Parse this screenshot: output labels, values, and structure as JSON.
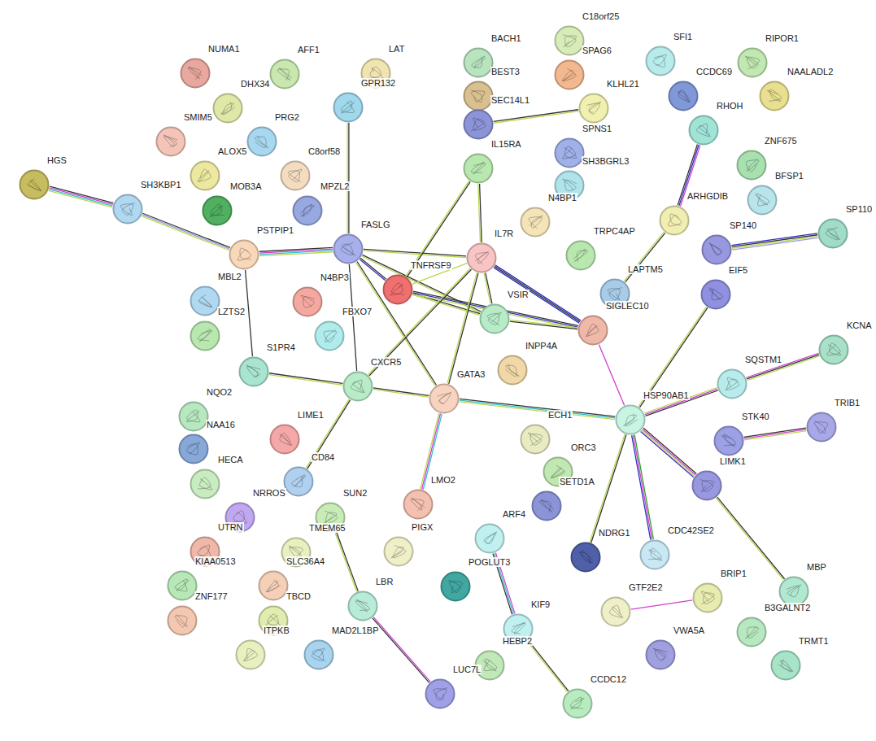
{
  "diagram": {
    "nodes": [
      {
        "text": [
          "NUMA1"
        ]
      },
      {
        "text": [
          "AFF1"
        ]
      },
      {
        "text": [
          "LAT"
        ]
      },
      {
        "text": [
          "C18orf25"
        ]
      },
      {
        "text": [
          "BACH1"
        ]
      },
      {
        "text": [
          "SPAG6"
        ]
      },
      {
        "text": [
          "SFI1"
        ]
      },
      {
        "text": [
          "RIPOR1"
        ]
      },
      {
        "text": [
          "CCDC69"
        ]
      },
      {
        "text": [
          "NAALADL2"
        ]
      },
      {
        "text": [
          "BEST3"
        ]
      },
      {
        "text": [
          "GPR132"
        ]
      },
      {
        "text": [
          "DHX34"
        ]
      },
      {
        "text": [
          "KLHL21"
        ]
      },
      {
        "text": [
          "SEC14L1"
        ]
      },
      {
        "text": [
          "RHOH"
        ]
      },
      {
        "text": [
          "SMIM5"
        ]
      },
      {
        "text": [
          "PRG2"
        ]
      },
      {
        "text": [
          "SPNS1"
        ]
      },
      {
        "text": [
          "ZNF675"
        ]
      },
      {
        "text": [
          "IL15RA"
        ]
      },
      {
        "text": [
          "ALOX5"
        ]
      },
      {
        "text": [
          "C8orf58"
        ]
      },
      {
        "text": [
          "SH3BGRL3"
        ]
      },
      {
        "text": [
          "HGS"
        ]
      },
      {
        "text": [
          "BFSP1"
        ]
      },
      {
        "text": [
          "SH3KBP1"
        ]
      },
      {
        "text": [
          "MOB3A"
        ]
      },
      {
        "text": [
          "MPZL2"
        ]
      },
      {
        "text": [
          "N4BP1"
        ]
      },
      {
        "text": [
          "ARHGDIB"
        ]
      },
      {
        "text": [
          "SP110"
        ]
      },
      {
        "text": [
          "SP140"
        ]
      },
      {
        "text": [
          "FASLG"
        ]
      },
      {
        "text": [
          "PSTPIP1"
        ]
      },
      {
        "text": [
          "IL7R"
        ]
      },
      {
        "text": [
          "TRPC4AP"
        ]
      },
      {
        "text": [
          "TNFRSF9"
        ]
      },
      {
        "text": [
          "LAPTM5"
        ]
      },
      {
        "text": [
          "EIF5"
        ]
      },
      {
        "text": [
          "MBL2"
        ]
      },
      {
        "text": [
          "N4BP3"
        ]
      },
      {
        "text": [
          "VSIR"
        ]
      },
      {
        "text": [
          "SIGLEC10"
        ]
      },
      {
        "text": [
          "LZTS2"
        ]
      },
      {
        "text": [
          "FBXO7"
        ]
      },
      {
        "text": [
          "KCNA"
        ]
      },
      {
        "text": [
          "INPP4A"
        ]
      },
      {
        "text": [
          "S1PR4"
        ]
      },
      {
        "text": [
          "CXCR5"
        ]
      },
      {
        "text": [
          "SQSTM1"
        ]
      },
      {
        "text": [
          "GATA3"
        ]
      },
      {
        "text": [
          "HSP90AB1"
        ]
      },
      {
        "text": [
          "NQO2"
        ]
      },
      {
        "text": [
          "TRIB1"
        ]
      },
      {
        "text": [
          "STK40"
        ]
      },
      {
        "text": [
          "LIME1"
        ]
      },
      {
        "text": [
          "ECH1"
        ]
      },
      {
        "text": [
          "NAA16"
        ]
      },
      {
        "text": [
          "ORC3"
        ]
      },
      {
        "text": [
          "CD84"
        ]
      },
      {
        "text": [
          "LIMK1"
        ]
      },
      {
        "text": [
          "HECA"
        ]
      },
      {
        "text": [
          "SETD1A"
        ]
      },
      {
        "text": [
          "LMO2"
        ]
      },
      {
        "text": [
          "NRROS"
        ]
      },
      {
        "text": [
          "SUN2"
        ]
      },
      {
        "text": [
          "ARF4"
        ]
      },
      {
        "text": [
          "PIGX"
        ]
      },
      {
        "text": [
          "UTRN"
        ]
      },
      {
        "text": [
          "TMEM65"
        ]
      },
      {
        "text": [
          "NDRG1"
        ]
      },
      {
        "text": [
          "CDC42SE2"
        ]
      },
      {
        "text": [
          "POGLUT3"
        ]
      },
      {
        "text": [
          "KIAA0513"
        ]
      },
      {
        "text": [
          "SLC36A4"
        ]
      },
      {
        "text": [
          "MBP"
        ]
      },
      {
        "text": [
          "BRIP1"
        ]
      },
      {
        "text": [
          "GTF2E2"
        ]
      },
      {
        "text": [
          "LBR"
        ]
      },
      {
        "text": [
          "ZNF177"
        ]
      },
      {
        "text": [
          "TBCD"
        ]
      },
      {
        "text": [
          "B3GALNT2"
        ]
      },
      {
        "text": [
          "KIF9"
        ]
      },
      {
        "text": [
          "ITPKB"
        ]
      },
      {
        "text": [
          "MAD2L1BP"
        ]
      },
      {
        "text": [
          "VWA5A"
        ]
      },
      {
        "text": [
          "TRMT1"
        ]
      },
      {
        "text": [
          "HEBP2"
        ]
      },
      {
        "text": [
          "LUC7L"
        ]
      },
      {
        "text": [
          "CCDC12"
        ]
      }
    ],
    "edges": [
      {
        "from": 24,
        "to": 26,
        "arrow": "none"
      },
      {
        "from": 26,
        "to": 34,
        "arrow": "none"
      },
      {
        "from": 34,
        "to": 33,
        "arrow": "none"
      },
      {
        "from": 34,
        "to": 48,
        "arrow": "none"
      },
      {
        "from": 48,
        "to": 49,
        "arrow": "none"
      },
      {
        "from": 11,
        "to": 33,
        "arrow": "none"
      },
      {
        "from": 33,
        "to": 35,
        "arrow": "none"
      },
      {
        "from": 33,
        "to": 37,
        "arrow": "none"
      },
      {
        "from": 33,
        "to": 49,
        "arrow": "none"
      },
      {
        "from": 33,
        "to": 51,
        "arrow": "none"
      },
      {
        "from": 33,
        "to": 42,
        "arrow": "none"
      },
      {
        "from": 20,
        "to": 37,
        "arrow": "none"
      },
      {
        "from": 20,
        "to": 35,
        "arrow": "none"
      },
      {
        "from": 37,
        "to": 35,
        "arrow": "none"
      },
      {
        "from": 37,
        "to": 42,
        "arrow": "none"
      },
      {
        "from": 37,
        "to": 43,
        "arrow": "none"
      },
      {
        "from": 35,
        "to": 42,
        "arrow": "none"
      },
      {
        "from": 35,
        "to": 43,
        "arrow": "none"
      },
      {
        "from": 35,
        "to": 49,
        "arrow": "none"
      },
      {
        "from": 35,
        "to": 51,
        "arrow": "none"
      },
      {
        "from": 42,
        "to": 43,
        "arrow": "none"
      },
      {
        "from": 49,
        "to": 51,
        "arrow": "none"
      },
      {
        "from": 49,
        "to": 60,
        "arrow": "none"
      },
      {
        "from": 51,
        "to": 64,
        "arrow": "none"
      },
      {
        "from": 51,
        "to": 52,
        "arrow": "none"
      },
      {
        "from": 43,
        "to": 52,
        "arrow": "none"
      },
      {
        "from": 39,
        "to": 52,
        "arrow": "none"
      },
      {
        "from": 50,
        "to": 52,
        "arrow": "none"
      },
      {
        "from": 50,
        "to": 46,
        "arrow": "none"
      },
      {
        "from": 52,
        "to": 61,
        "arrow": "none"
      },
      {
        "from": 52,
        "to": 71,
        "arrow": "none"
      },
      {
        "from": 52,
        "to": 72,
        "arrow": "none"
      },
      {
        "from": 61,
        "to": 76,
        "arrow": "none"
      },
      {
        "from": 55,
        "to": 54,
        "arrow": "none"
      },
      {
        "from": 32,
        "to": 31,
        "arrow": "none"
      },
      {
        "from": 15,
        "to": 30,
        "arrow": "none"
      },
      {
        "from": 30,
        "to": 38,
        "arrow": "none"
      },
      {
        "from": 14,
        "to": 13,
        "arrow": "none"
      },
      {
        "from": 78,
        "to": 77,
        "arrow": "none"
      },
      {
        "from": 66,
        "to": 79,
        "arrow": "none"
      },
      {
        "from": 79,
        "to": 89,
        "arrow": "none"
      },
      {
        "from": 67,
        "to": 83,
        "arrow": "none"
      },
      {
        "from": 83,
        "to": 90,
        "arrow": "none"
      }
    ]
  }
}
